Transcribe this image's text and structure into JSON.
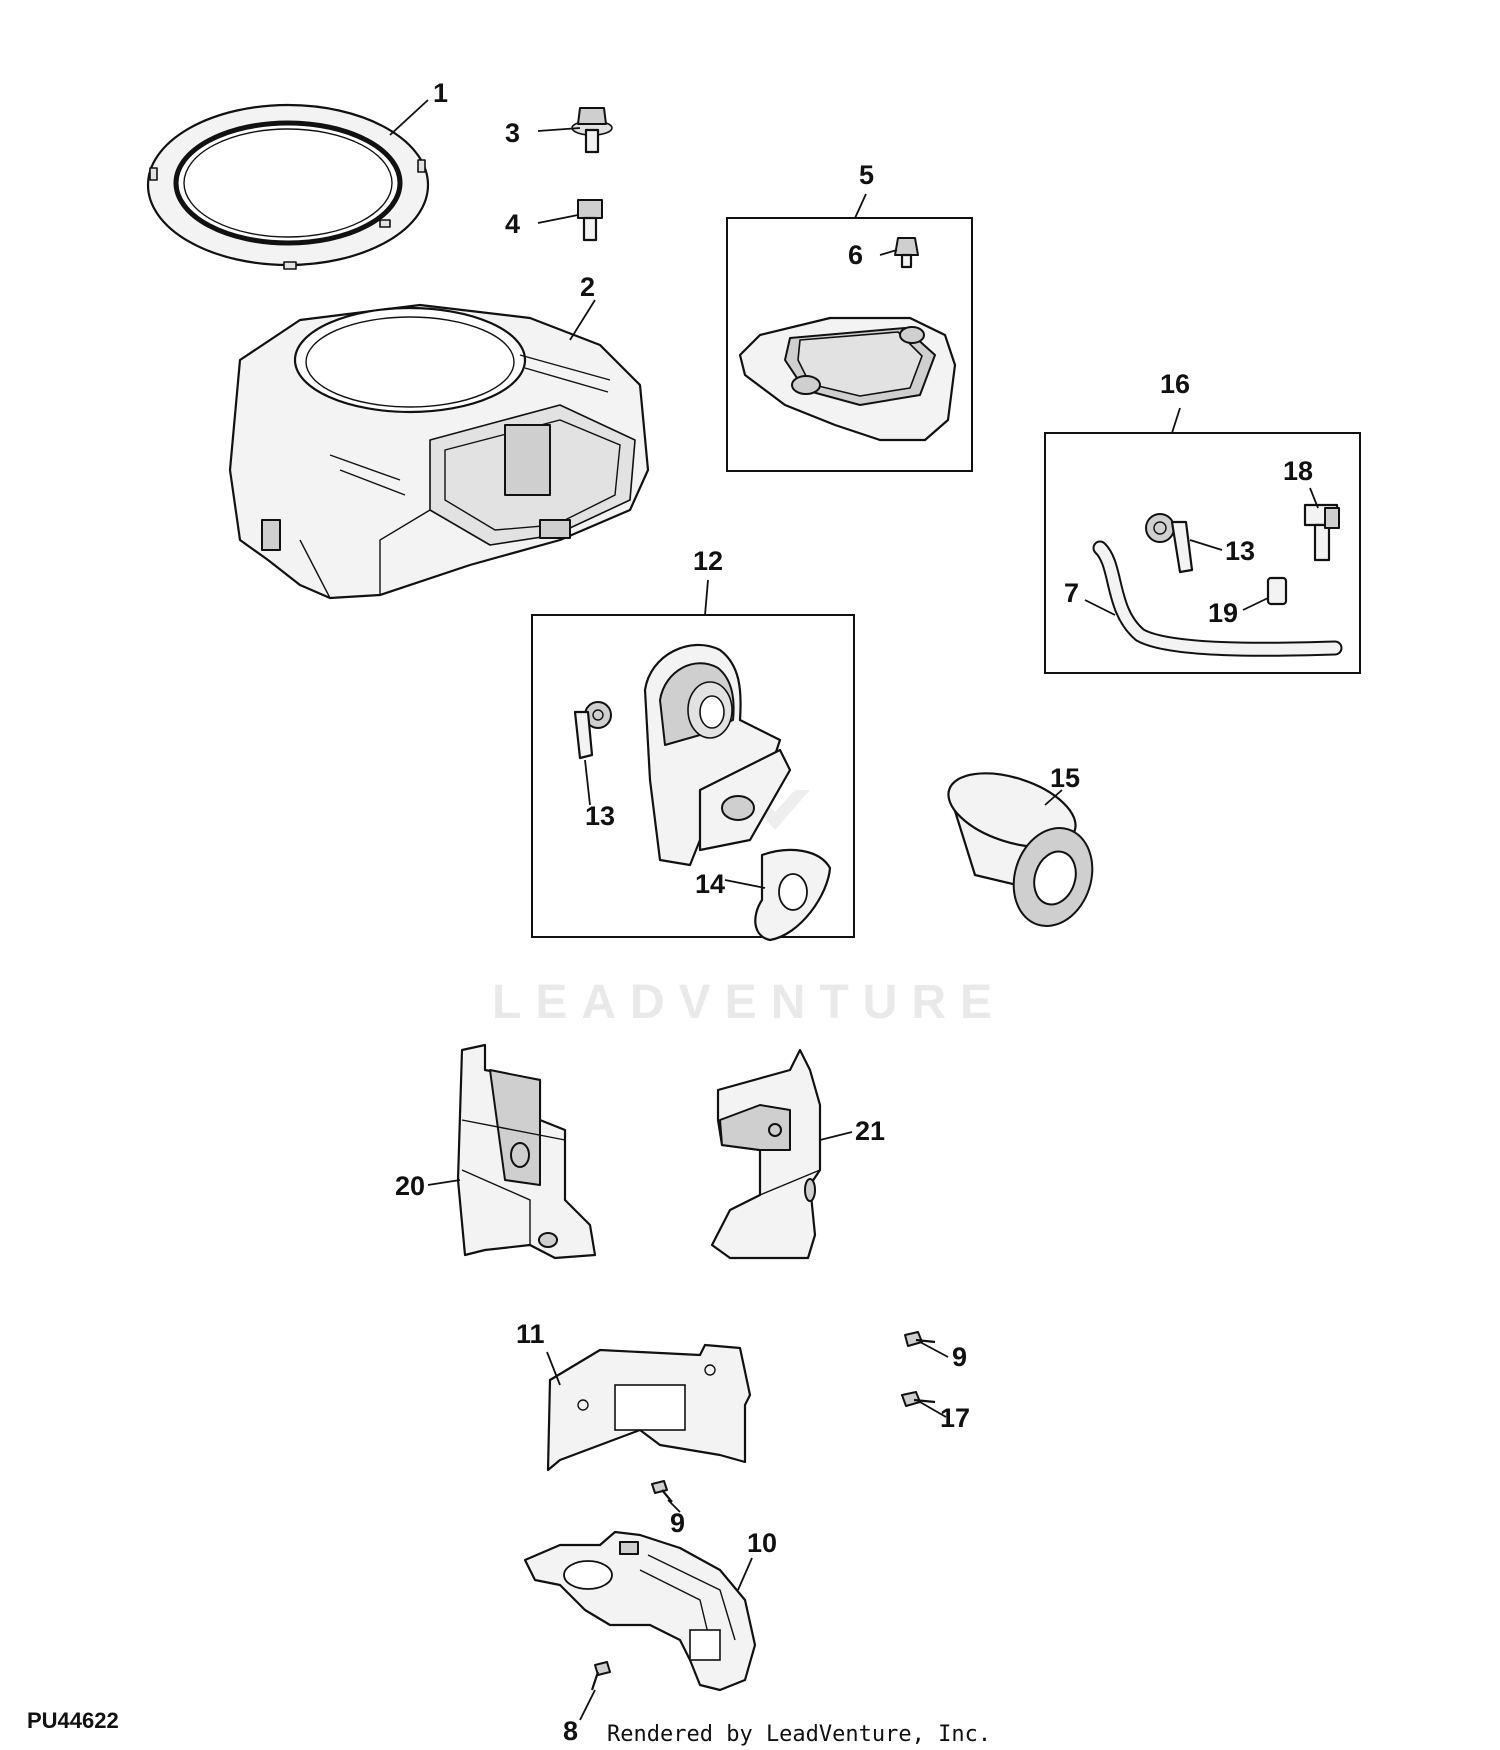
{
  "diagram": {
    "figure_code": "PU44622",
    "credit": "Rendered by LeadVenture, Inc.",
    "watermark": "LEADVENTURE",
    "callouts": {
      "c1": "1",
      "c2": "2",
      "c3": "3",
      "c4": "4",
      "c5": "5",
      "c6": "6",
      "c7": "7",
      "c8": "8",
      "c9a": "9",
      "c9b": "9",
      "c10": "10",
      "c11": "11",
      "c12": "12",
      "c13a": "13",
      "c13b": "13",
      "c14": "14",
      "c15": "15",
      "c16": "16",
      "c17": "17",
      "c18": "18",
      "c19": "19",
      "c20": "20",
      "c21": "21"
    }
  }
}
